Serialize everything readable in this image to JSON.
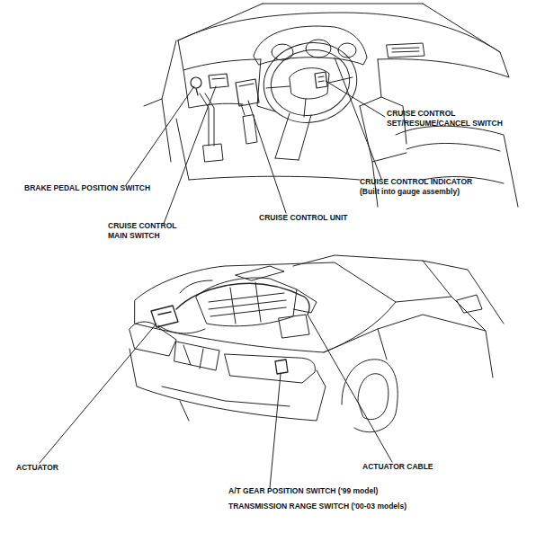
{
  "diagram": {
    "labels": [
      "CRUISE CONTROL SET/RESUME/CANCEL SWITCH",
      "BRAKE PEDAL POSITION SWITCH",
      "CRUISE CONTROL INDICATOR",
      "(Built into gauge assembly)",
      "CRUISE CONTROL MAIN SWITCH",
      "CRUISE CONTROL UNIT",
      "ACTUATOR",
      "ACTUATOR CABLE",
      "A/T GEAR POSITION SWITCH ('99 model)",
      "TRANSMISSION RANGE SWITCH ('00-03 models)"
    ]
  }
}
